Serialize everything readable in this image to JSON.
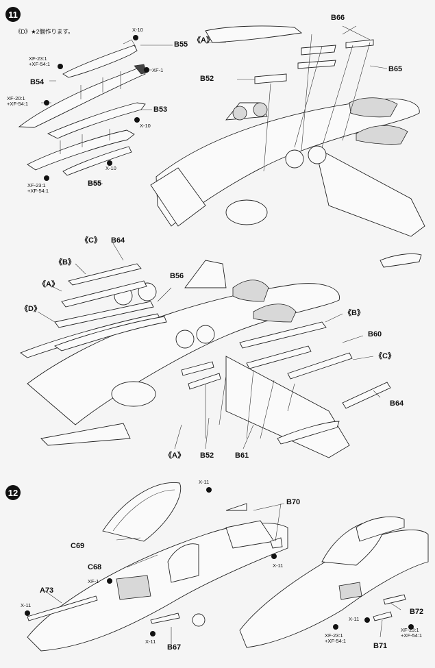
{
  "steps": {
    "step11": "11",
    "step12": "12"
  },
  "note": "《D》★2個作ります。",
  "labels": {
    "b55_top": "B55",
    "b54": "B54",
    "b53": "B53",
    "b55_bottom": "B55",
    "a_top": "《A》",
    "b52_top": "B52",
    "b66": "B66",
    "b65": "B65",
    "c_mid": "《C》",
    "b64_mid": "B64",
    "b_mid": "《B》",
    "a_mid": "《A》",
    "b56": "B56",
    "d_mid": "《D》",
    "b_right": "《B》",
    "b60": "B60",
    "c_right": "《C》",
    "b64_right": "B64",
    "a_bottom": "《A》",
    "b52_bottom": "B52",
    "b61": "B61",
    "b70": "B70",
    "c69": "C69",
    "c68": "C68",
    "a73": "A73",
    "b67": "B67",
    "b72": "B72",
    "b71": "B71"
  },
  "paint": {
    "x10_a": "X-10",
    "xf23_54_a": "XF-23:1\n+XF-54:1",
    "xf1_a": "XF-1",
    "xf20_54": "XF-20:1\n+XF-54:1",
    "x10_b": "X-10",
    "x10_c": "X-10",
    "xf23_54_b": "XF-23:1\n+XF-54:1",
    "x11_a": "X-11",
    "x11_b": "X-11",
    "xf1_b": "XF-1",
    "x11_c": "X-11",
    "x11_d": "X-11",
    "x11_e": "X-11",
    "xf23_54_c": "XF-23:1\n+XF-54:1",
    "xf23_54_d": "XF-23:1\n+XF-54:1"
  }
}
